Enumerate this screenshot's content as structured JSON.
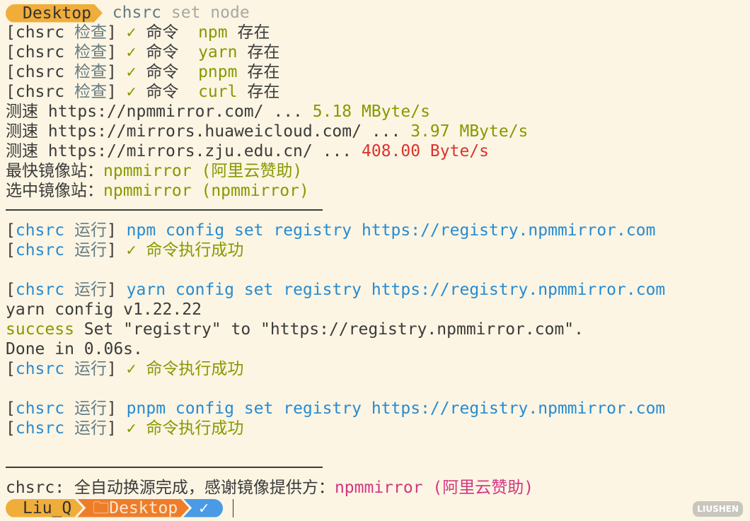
{
  "prompt_top": {
    "dir": "Desktop",
    "cmd": "chsrc",
    "args": "set node",
    "color": "#f0ad3a"
  },
  "checks": [
    {
      "prefix": "[chsrc ",
      "tag": "检查",
      "suffix": "]",
      "mark": "✓",
      "word": "命令",
      "name": "npm",
      "state": "存在"
    },
    {
      "prefix": "[chsrc ",
      "tag": "检查",
      "suffix": "]",
      "mark": "✓",
      "word": "命令",
      "name": "yarn",
      "state": "存在"
    },
    {
      "prefix": "[chsrc ",
      "tag": "检查",
      "suffix": "]",
      "mark": "✓",
      "word": "命令",
      "name": "pnpm",
      "state": "存在"
    },
    {
      "prefix": "[chsrc ",
      "tag": "检查",
      "suffix": "]",
      "mark": "✓",
      "word": "命令",
      "name": "curl",
      "state": "存在"
    }
  ],
  "speed": [
    {
      "label": "测速",
      "url": "https://npmmirror.com/",
      "dots": "...",
      "result": "5.18 MByte/s"
    },
    {
      "label": "测速",
      "url": "https://mirrors.huaweicloud.com/",
      "dots": "...",
      "result": "3.97 MByte/s"
    },
    {
      "label": "测速",
      "url": "https://mirrors.zju.edu.cn/",
      "dots": "...",
      "result": "408.00 Byte/s"
    }
  ],
  "fastest": {
    "label": "最快镜像站：",
    "value": "npmmirror (阿里云赞助)"
  },
  "selected": {
    "label": "选中镜像站：",
    "value": "npmmirror (npmmirror)"
  },
  "runs": [
    {
      "cmd": "npm config set registry https://registry.npmmirror.com",
      "output": [],
      "ok": "✓ 命令执行成功"
    },
    {
      "cmd": "yarn config set registry https://registry.npmmirror.com",
      "output": [
        "yarn config v1.22.22"
      ],
      "success_word": "success",
      "success_rest": " Set \"registry\" to \"https://registry.npmmirror.com\".",
      "done": "Done in 0.06s.",
      "ok": "✓ 命令执行成功"
    },
    {
      "cmd": "pnpm config set registry https://registry.npmmirror.com",
      "output": [],
      "ok": "✓ 命令执行成功"
    }
  ],
  "run_tag": "运行",
  "final": {
    "prefix": "chsrc: 全自动换源完成，感谢镜像提供方：",
    "value": "npmmirror (阿里云赞助)"
  },
  "prompt_bottom": {
    "user": "Liu_Q",
    "dir": "Desktop",
    "folder_icon": "folder-icon",
    "status": "✓"
  },
  "watermark": "LIUSHEN"
}
